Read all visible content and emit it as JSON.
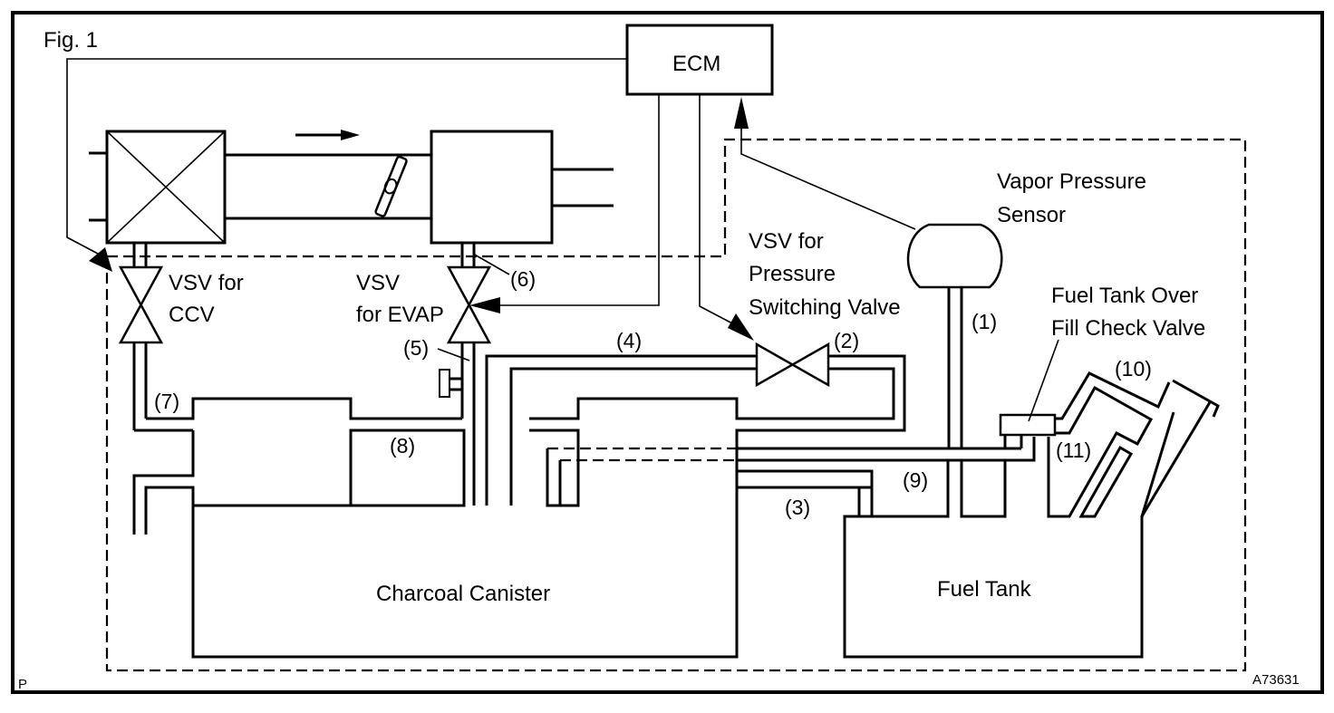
{
  "figure": {
    "title": "Fig. 1",
    "corner_mark": "P",
    "figure_id": "A73631"
  },
  "components": {
    "ecm": "ECM",
    "vapor_pressure_sensor": [
      "Vapor Pressure",
      "Sensor"
    ],
    "vsv_ccv": [
      "VSV for",
      "CCV"
    ],
    "vsv_evap": [
      "VSV",
      "for EVAP"
    ],
    "vsv_pressure_switching": [
      "VSV for",
      "Pressure",
      "Switching Valve"
    ],
    "fuel_tank_over_fill_check_valve": [
      "Fuel Tank Over",
      "Fill Check Valve"
    ],
    "charcoal_canister": "Charcoal Canister",
    "fuel_tank": "Fuel Tank"
  },
  "callouts": [
    "(1)",
    "(2)",
    "(3)",
    "(4)",
    "(5)",
    "(6)",
    "(7)",
    "(8)",
    "(9)",
    "(10)",
    "(11)"
  ]
}
